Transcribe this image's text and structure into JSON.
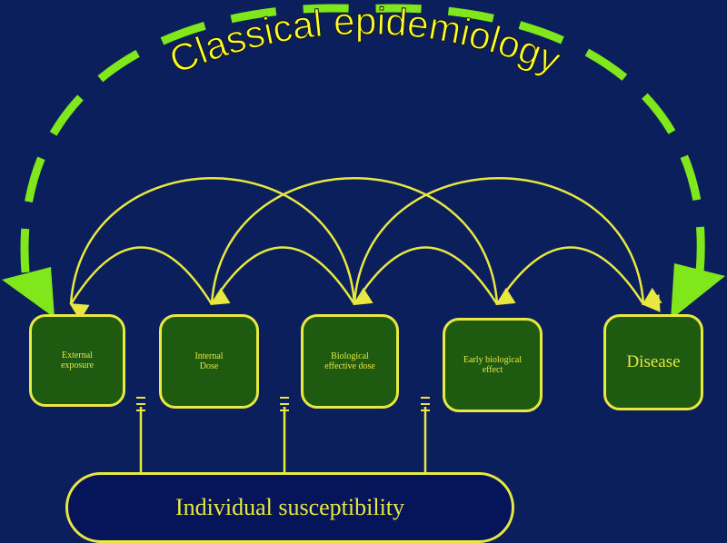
{
  "title": "Classical epidemiology",
  "stages": [
    {
      "label": "External\nexposure"
    },
    {
      "label": "Internal\nDose"
    },
    {
      "label": "Biological\neffective dose"
    },
    {
      "label": "Early biological\neffect"
    },
    {
      "label": "Disease"
    }
  ],
  "susceptibility": {
    "label": "Individual susceptibility"
  },
  "colors": {
    "background": "#0a1f5c",
    "box_fill": "#1e5a10",
    "outline": "#e8e840",
    "dashed_arc": "#80e81a",
    "bar_fill": "#06145a"
  }
}
